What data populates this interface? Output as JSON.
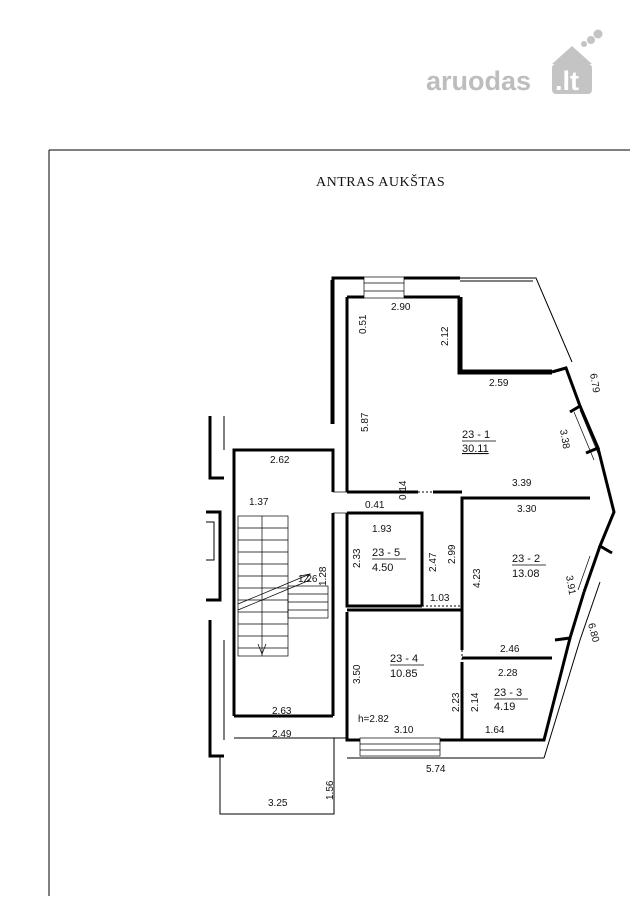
{
  "watermark": {
    "text": "aruodas",
    "tld": ".lt"
  },
  "title": "ANTRAS AUKŠTAS",
  "rooms": [
    {
      "id": "23 - 1",
      "area": "30.11"
    },
    {
      "id": "23 - 2",
      "area": "13.08"
    },
    {
      "id": "23 - 3",
      "area": "4.19"
    },
    {
      "id": "23 - 4",
      "area": "10.85"
    },
    {
      "id": "23 - 5",
      "area": "4.50"
    }
  ],
  "height_label": "h=2.82",
  "dimensions": {
    "top_window": "2.90",
    "left_top": "0.51",
    "closet_side": "2.12",
    "closet_bottom": "2.59",
    "diag_top": "6.79",
    "diag_mid": "3.38",
    "hall_height": "5.87",
    "hall_bottom": "3.39",
    "small_014": "0.14",
    "small_041": "0.41",
    "stair_top": "2.62",
    "stair_137": "1.37",
    "r5_width": "1.93",
    "r5_left": "2.33",
    "r5_right": "2.47",
    "r_299": "2.99",
    "r_103": "1.03",
    "stair_126": "1.26",
    "stair_128": "1.28",
    "r2_top": "3.30",
    "r2_left": "4.23",
    "r2_right": "3.91",
    "r2_bottom": "2.46",
    "diag_bottom": "6.80",
    "r3_top": "2.28",
    "r3_left": "2.14",
    "r3_bottom": "1.64",
    "r4_left": "3.50",
    "r4_right": "2.23",
    "r4_bottom": "3.10",
    "stair_263": "2.63",
    "stair_249": "2.49",
    "outer_bottom": "5.74",
    "balcony_side": "1.56",
    "balcony_width": "3.25"
  }
}
